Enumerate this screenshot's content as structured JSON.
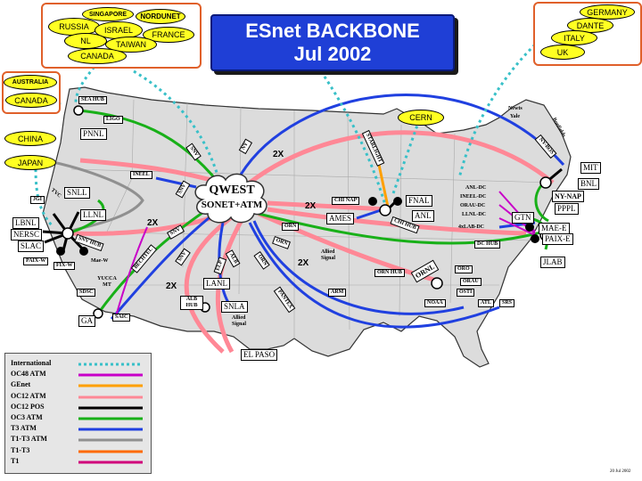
{
  "title": {
    "line1": "ESnet BACKBONE",
    "line2": "Jul 2002"
  },
  "international_groups": {
    "asia_europe": [
      "SINGAPORE",
      "NORDUNET",
      "RUSSIA",
      "ISRAEL",
      "FRANCE",
      "NL",
      "TAIWAN",
      "CANADA"
    ],
    "europe_right": [
      "GERMANY",
      "DANTE",
      "ITALY",
      "UK"
    ],
    "pacific": [
      "AUSTRALIA",
      "CANADA"
    ],
    "asia": [
      "CHINA",
      "JAPAN"
    ],
    "cern": "CERN"
  },
  "cloud": {
    "line1": "QWEST",
    "line2": "SONET+ATM"
  },
  "two_x_label": "2X",
  "sites": {
    "sea_hub": "SEA HUB",
    "ligo": "LIGO",
    "pnnl": "PNNL",
    "inel": "INEEL",
    "snll": "SNLL",
    "llnl": "LLNL",
    "lbnl": "LBNL",
    "nersc": "NERSC",
    "slac": "SLAC",
    "jgi": "JGI",
    "fix_w": "FIX-W",
    "paix_w": "PAIX-W",
    "mae_w": "Mae-W",
    "snv_hub": "SNV HUB",
    "yucca": "YUCCA MT",
    "bechtel": "BECHTEL",
    "gat": "GA",
    "sdsc": "SDSC",
    "saic": "SAIC",
    "lanl": "LANL",
    "alb_hub": "ALB HUB",
    "snla": "SNLA",
    "allied_west": "Allied Signal",
    "pantex": "PANTEX",
    "el_paso": "EL PASO",
    "chi_nap": "CHI NAP",
    "ames": "AMES",
    "fnal": "FNAL",
    "anl": "ANL",
    "chi_hub": "CHI HUB",
    "allied_east": "Allied Signal",
    "orn_hub": "ORN HUB",
    "ornl": "ORNL",
    "oro": "ORO",
    "orau": "ORAU",
    "osti": "OSTI",
    "noaa": "NOAA",
    "arm": "ARM",
    "atl": "ATL",
    "srs": "SRS",
    "newts": "Newts",
    "yale": "Yale",
    "mit": "MIT",
    "bnl": "BNL",
    "ny_nap": "NY-NAP",
    "pppl": "PPPL",
    "anl_dc": "ANL-DC",
    "inel_dc": "INEEL-DC",
    "orau_dc": "ORAU-DC",
    "llnl_dc": "LLNL-DC",
    "4xlab_dc": "4xLAB-DC",
    "dc_hub": "DC HUB",
    "gtn": "GTN",
    "mae_e": "MAE-E",
    "paix_e": "PAIX-E",
    "jlab": "JLAB",
    "snv": "SNV",
    "ny": "NY",
    "starlight": "STARLIGHT",
    "ny_bos": "NY-BOS",
    "bonfields": "Bonfields",
    "orn": "ORN",
    "alb": "ALB",
    "elp": "ELP",
    "tvc": "TVC"
  },
  "legend": [
    {
      "label": "International",
      "color": "#38c0c8",
      "style": "dotted"
    },
    {
      "label": "OC48 ATM",
      "color": "#c800c8",
      "style": "solid"
    },
    {
      "label": "GEnet",
      "color": "#ffa000",
      "style": "solid"
    },
    {
      "label": "OC12 ATM",
      "color": "#ff8896",
      "style": "solid"
    },
    {
      "label": "OC12 POS",
      "color": "#000000",
      "style": "solid"
    },
    {
      "label": "OC3 ATM",
      "color": "#18b018",
      "style": "solid"
    },
    {
      "label": "T3 ATM",
      "color": "#2040e0",
      "style": "solid"
    },
    {
      "label": "T1-T3 ATM",
      "color": "#909090",
      "style": "solid"
    },
    {
      "label": "T1-T3",
      "color": "#ff6a00",
      "style": "solid"
    },
    {
      "label": "T1",
      "color": "#d0007a",
      "style": "solid"
    }
  ],
  "colors": {
    "map_fill": "#dcdcdc",
    "title_bg": "#1f3fd6",
    "oval_fill": "#ffff22",
    "box_border": "#e0602a",
    "pink": "#ff8896",
    "green": "#18b018",
    "blue": "#2040e0",
    "cyan": "#38c0c8",
    "gray": "#909090",
    "magenta": "#c800c8"
  },
  "footer": "20 Jul 2002"
}
